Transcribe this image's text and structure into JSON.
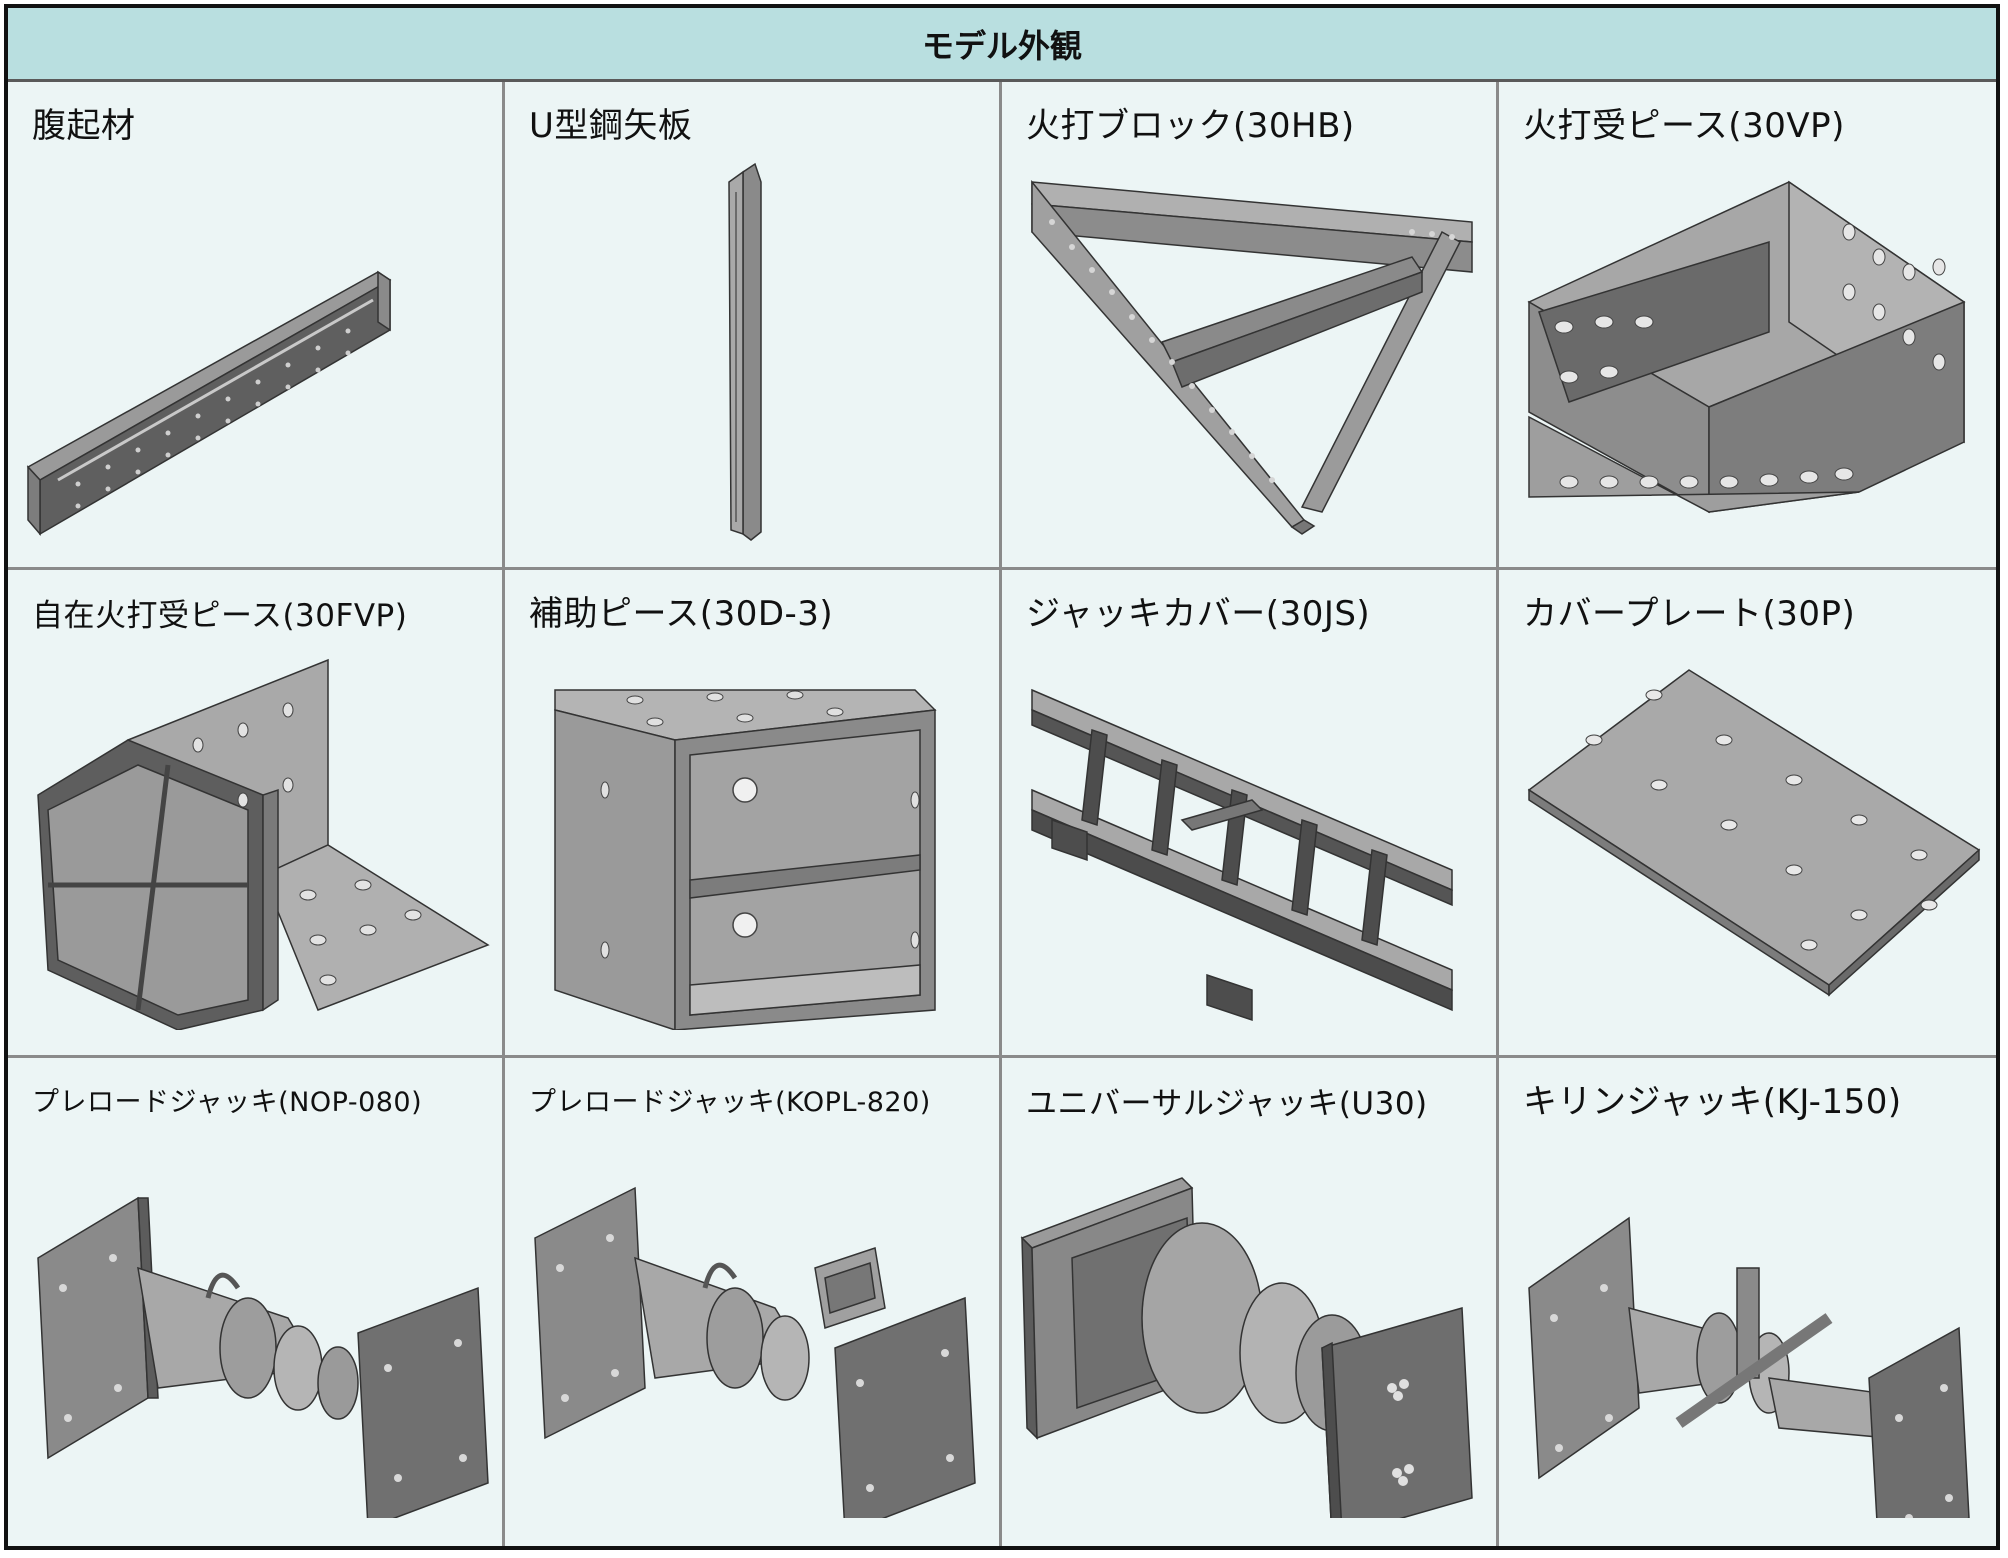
{
  "header": {
    "title": "モデル外観"
  },
  "cells": [
    {
      "label": "腹起材",
      "icon": "waler-beam-icon"
    },
    {
      "label": "U型鋼矢板",
      "icon": "u-sheet-pile-icon"
    },
    {
      "label": "火打ブロック(30HB)",
      "icon": "strut-block-icon"
    },
    {
      "label": "火打受ピース(30VP)",
      "icon": "strut-bracket-piece-icon"
    },
    {
      "label": "自在火打受ピース(30FVP)",
      "icon": "adjustable-bracket-piece-icon"
    },
    {
      "label": "補助ピース(30D-3)",
      "icon": "auxiliary-piece-icon"
    },
    {
      "label": "ジャッキカバー(30JS)",
      "icon": "jack-cover-icon"
    },
    {
      "label": "カバープレート(30P)",
      "icon": "cover-plate-icon"
    },
    {
      "label": "プレロードジャッキ(NOP-080)",
      "icon": "preload-jack-nop080-icon"
    },
    {
      "label": "プレロードジャッキ(KOPL-820)",
      "icon": "preload-jack-kopl820-icon"
    },
    {
      "label": "ユニバーサルジャッキ(U30)",
      "icon": "universal-jack-icon"
    },
    {
      "label": "キリンジャッキ(KJ-150)",
      "icon": "kirin-jack-icon"
    }
  ],
  "colors": {
    "header_bg": "#b9dfe0",
    "cell_bg": "#ecf5f5",
    "steel_light": "#b4b4b4",
    "steel_mid": "#8f8f8f",
    "steel_dark": "#5c5c5c"
  }
}
